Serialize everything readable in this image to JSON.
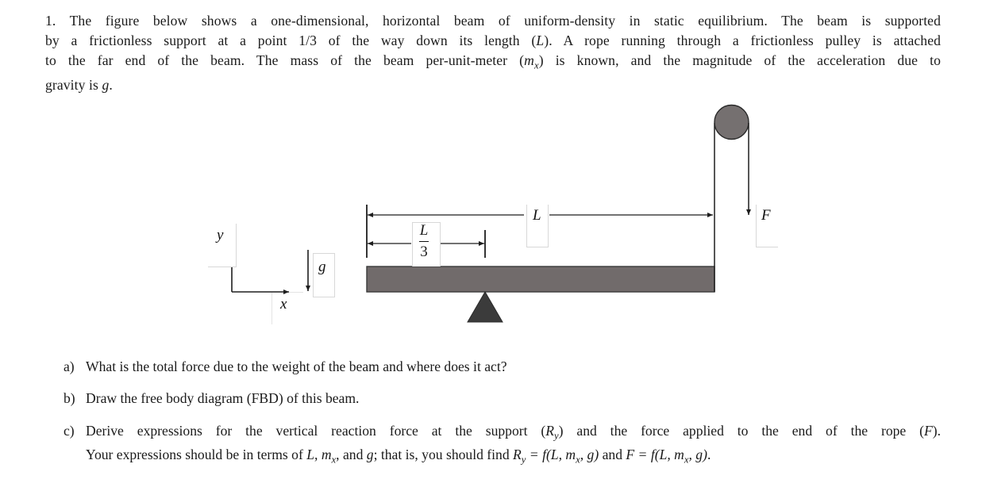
{
  "problem": {
    "number": "1.",
    "intro_lines": [
      "The figure below shows a one-dimensional, horizontal beam of uniform-density in static equilibrium. The beam is supported",
      "by a frictionless support at a point 1/3 of the way down its length (L). A rope running through a frictionless pulley is attached",
      "to the far end of the beam. The mass of the beam per-unit-meter (m_x) is known, and the magnitude of the acceleration due to",
      "gravity is g."
    ],
    "intro_segments": {
      "line1": "1. The figure below shows a one-dimensional, horizontal beam of uniform-density in static equilibrium. The beam is supported",
      "line2_pre": "by a frictionless support at a point 1/3 of the way down its length (",
      "line2_var": "L",
      "line2_post": "). A rope running through a frictionless pulley is attached",
      "line3_pre": "to the far end of the beam. The mass of the beam per-unit-meter (",
      "line3_var": "m",
      "line3_sub": "x",
      "line3_post": ") is known, and the magnitude of the acceleration due to",
      "line4_pre": "gravity is ",
      "line4_var": "g",
      "line4_post": "."
    }
  },
  "figure": {
    "axes": {
      "x_label": "x",
      "y_label": "y"
    },
    "gravity_label": "g",
    "length_label": "L",
    "support_fraction": {
      "numerator": "L",
      "denominator": "3"
    },
    "force_label": "F",
    "colors": {
      "beam_fill": "#716b6b",
      "beam_stroke": "#3a3a3a",
      "support_fill": "#3b3b3b",
      "pulley_fill": "#757070",
      "line_color": "#1e1e1e"
    }
  },
  "questions": [
    {
      "marker": "a)",
      "text": "What is the total force due to the weight of the beam and where does it act?"
    },
    {
      "marker": "b)",
      "text": "Draw the free body diagram (FBD) of this beam."
    },
    {
      "marker": "c)",
      "line1_pre": "Derive expressions for the vertical reaction force at the support (",
      "line1_var1": "R",
      "line1_sub1": "y",
      "line1_mid": ") and the force applied to the end of the rope (",
      "line1_var2": "F",
      "line1_post": ").",
      "line2_pre": "Your expressions should be in terms of ",
      "line2_vars": "L, m",
      "line2_sub": "x",
      "line2_mid1": ",  and ",
      "line2_g": "g",
      "line2_mid2": "; that is, you should find ",
      "line2_ry": "R",
      "line2_ry_sub": "y",
      "line2_eq1": " = f(L, m",
      "line2_eq1_sub": "x",
      "line2_eq1_end": ", g)",
      "line2_and": " and ",
      "line2_f": "F",
      "line2_eq2": " = f(L, m",
      "line2_eq2_sub": "x",
      "line2_eq2_end": ", g)",
      "line2_post": "."
    }
  ]
}
